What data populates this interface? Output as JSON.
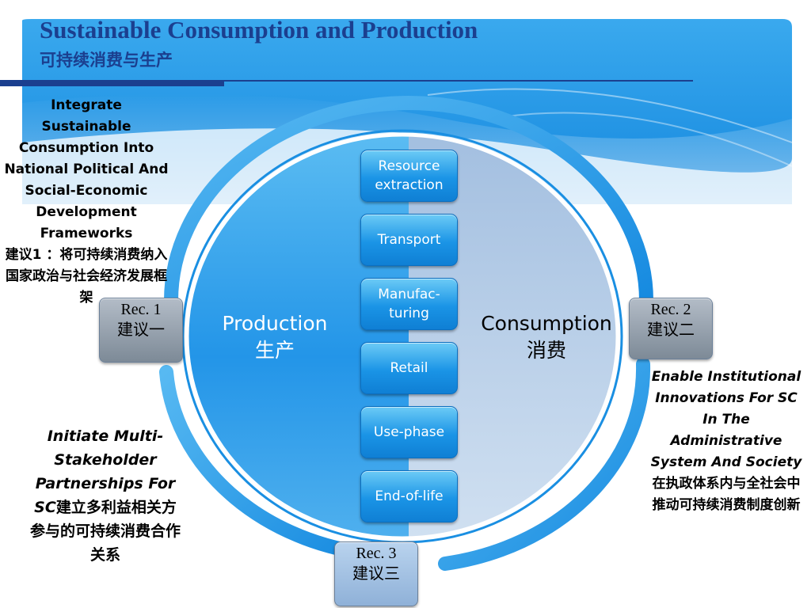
{
  "header": {
    "title": "Sustainable Consumption and Production",
    "subtitle": "可持续消费与生产"
  },
  "diagram": {
    "production_label_en": "Production",
    "production_label_zh": "生产",
    "consumption_label_en": "Consumption",
    "consumption_label_zh": "消费",
    "steps": [
      "Resource extraction",
      "Transport",
      "Manufac-turing",
      "Retail",
      "Use-phase",
      "End-of-life"
    ]
  },
  "recommendations": [
    {
      "label_en": "Rec. 1",
      "label_zh": "建议一",
      "text_en": "Integrate Sustainable Consumption Into National Political And Social-Economic Development Frameworks",
      "text_zh": "建议1 ：将可持续消费纳入国家政治与社会经济发展框架"
    },
    {
      "label_en": "Rec. 2",
      "label_zh": "建议二",
      "text_en": "Enable Institutional Innovations For SC In The Administrative System And Society",
      "text_zh": "在执政体系内与全社会中推动可持续消费制度创新"
    },
    {
      "label_en": "Rec. 3",
      "label_zh": "建议三",
      "text_en": "Initiate Multi-Stakeholder Partnerships For SC",
      "text_zh": "建立多利益相关方参与的可持续消费合作关系"
    }
  ],
  "colors": {
    "title": "#1b3f8f",
    "banner": "#1e9be8",
    "ring": "#1a90e4",
    "production_fill": "#2b9cec",
    "consumption_fill": "#b3cbe6",
    "step_box": "#1a94e6"
  }
}
